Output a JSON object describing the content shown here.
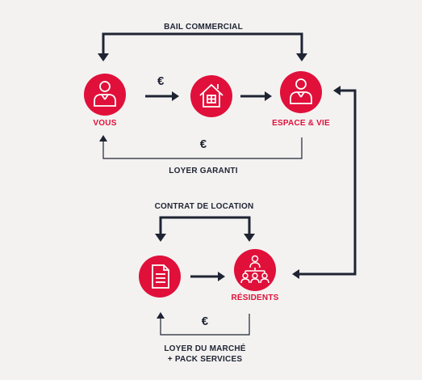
{
  "colors": {
    "accent": "#e0103a",
    "ink": "#1f2433",
    "background": "#f3f2f1"
  },
  "labels": {
    "bail": "BAIL COMMERCIAL",
    "vous": "VOUS",
    "espace": "ESPACE & VIE",
    "loyer_garanti": "LOYER GARANTI",
    "contrat": "CONTRAT DE LOCATION",
    "residents": "RÉSIDENTS",
    "loyer_marche_1": "LOYER DU MARCHÉ",
    "loyer_marche_2": "+ PACK SERVICES"
  },
  "currency": {
    "top": "€",
    "mid": "€",
    "bottom": "€"
  },
  "icons": {
    "vous": "person-icon",
    "house": "house-icon",
    "espace": "person-icon",
    "document": "document-icon",
    "residents": "group-icon"
  }
}
